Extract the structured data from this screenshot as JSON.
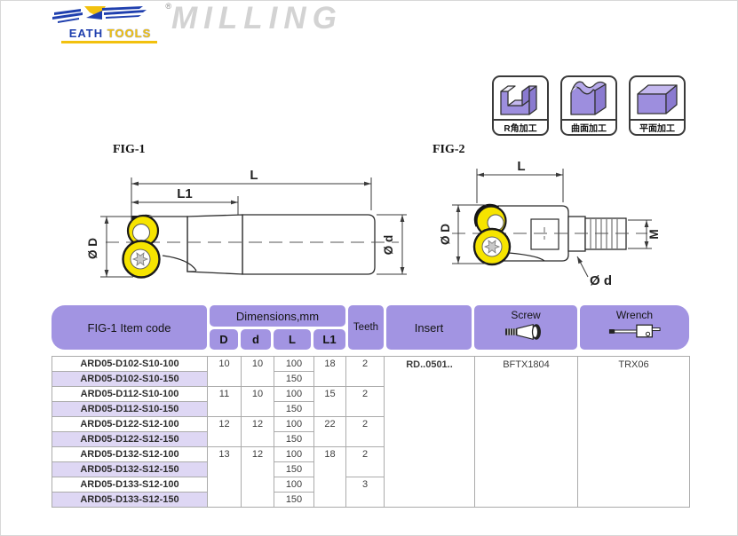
{
  "header": {
    "brand_name": "EATH",
    "brand_name2": "TOOLS",
    "registered_mark": "®",
    "page_title": "MILLING"
  },
  "capabilities": [
    {
      "label": "R角加工",
      "icon": "u-channel-block-icon"
    },
    {
      "label": "曲面加工",
      "icon": "curved-surface-block-icon"
    },
    {
      "label": "平面加工",
      "icon": "flat-block-icon"
    }
  ],
  "figures": {
    "fig1": {
      "title": "FIG-1",
      "dim_L": "L",
      "dim_L1": "L1",
      "dim_D": "Ø D",
      "dim_d": "Ø d"
    },
    "fig2": {
      "title": "FIG-2",
      "dim_L": "L",
      "dim_D": "Ø D",
      "dim_M": "M",
      "dim_d": "Ø d"
    }
  },
  "table": {
    "columns": {
      "item_code": "FIG-1 Item code",
      "dimensions_group": "Dimensions,mm",
      "dim_D": "D",
      "dim_d": "d",
      "dim_L": "L",
      "dim_L1": "L1",
      "teeth": "Teeth",
      "insert": "Insert",
      "screw": "Screw",
      "wrench": "Wrench"
    },
    "shared": {
      "insert": "RD..0501..",
      "screw": "BFTX1804",
      "wrench": "TRX06"
    },
    "rows": [
      {
        "code": "ARD05-D102-S10-100",
        "D": "10",
        "d": "10",
        "L": "100",
        "L1": "18",
        "teeth": "2"
      },
      {
        "code": "ARD05-D102-S10-150",
        "L": "150"
      },
      {
        "code": "ARD05-D112-S10-100",
        "D": "11",
        "d": "10",
        "L": "100",
        "L1": "15",
        "teeth": "2"
      },
      {
        "code": "ARD05-D112-S10-150",
        "L": "150"
      },
      {
        "code": "ARD05-D122-S12-100",
        "D": "12",
        "d": "12",
        "L": "100",
        "L1": "22",
        "teeth": "2"
      },
      {
        "code": "ARD05-D122-S12-150",
        "L": "150"
      },
      {
        "code": "ARD05-D132-S12-100",
        "D": "13",
        "d": "12",
        "L": "100",
        "L1": "18",
        "teeth": "2"
      },
      {
        "code": "ARD05-D132-S12-150",
        "L": "150"
      },
      {
        "code": "ARD05-D133-S12-100",
        "L": "100",
        "teeth": "3"
      },
      {
        "code": "ARD05-D133-S12-150",
        "L": "150"
      }
    ]
  },
  "colors": {
    "header_purple": "#a294e2",
    "row_alt_purple": "#ded7f4",
    "insert_yellow": "#f6e400",
    "block_purple": "#9d8ede",
    "logo_blue": "#1f3fae",
    "logo_yellow": "#f2c10e",
    "title_gray": "#d3d3d3"
  }
}
